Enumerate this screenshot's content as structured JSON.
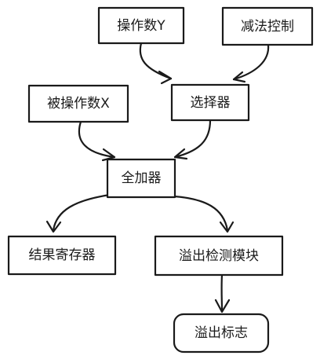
{
  "diagram": {
    "nodes": {
      "operand_y": {
        "label": "操作数Y"
      },
      "sub_control": {
        "label": "减法控制"
      },
      "operand_x": {
        "label": "被操作数X"
      },
      "selector": {
        "label": "选择器"
      },
      "full_adder": {
        "label": "全加器"
      },
      "result_register": {
        "label": "结果寄存器"
      },
      "overflow_detect": {
        "label": "溢出检测模块"
      },
      "overflow_flag": {
        "label": "溢出标志"
      }
    },
    "edges": [
      {
        "from": "operand_y",
        "to": "selector"
      },
      {
        "from": "sub_control",
        "to": "selector"
      },
      {
        "from": "operand_x",
        "to": "full_adder"
      },
      {
        "from": "selector",
        "to": "full_adder"
      },
      {
        "from": "full_adder",
        "to": "result_register"
      },
      {
        "from": "full_adder",
        "to": "overflow_detect"
      },
      {
        "from": "overflow_detect",
        "to": "overflow_flag"
      }
    ]
  }
}
